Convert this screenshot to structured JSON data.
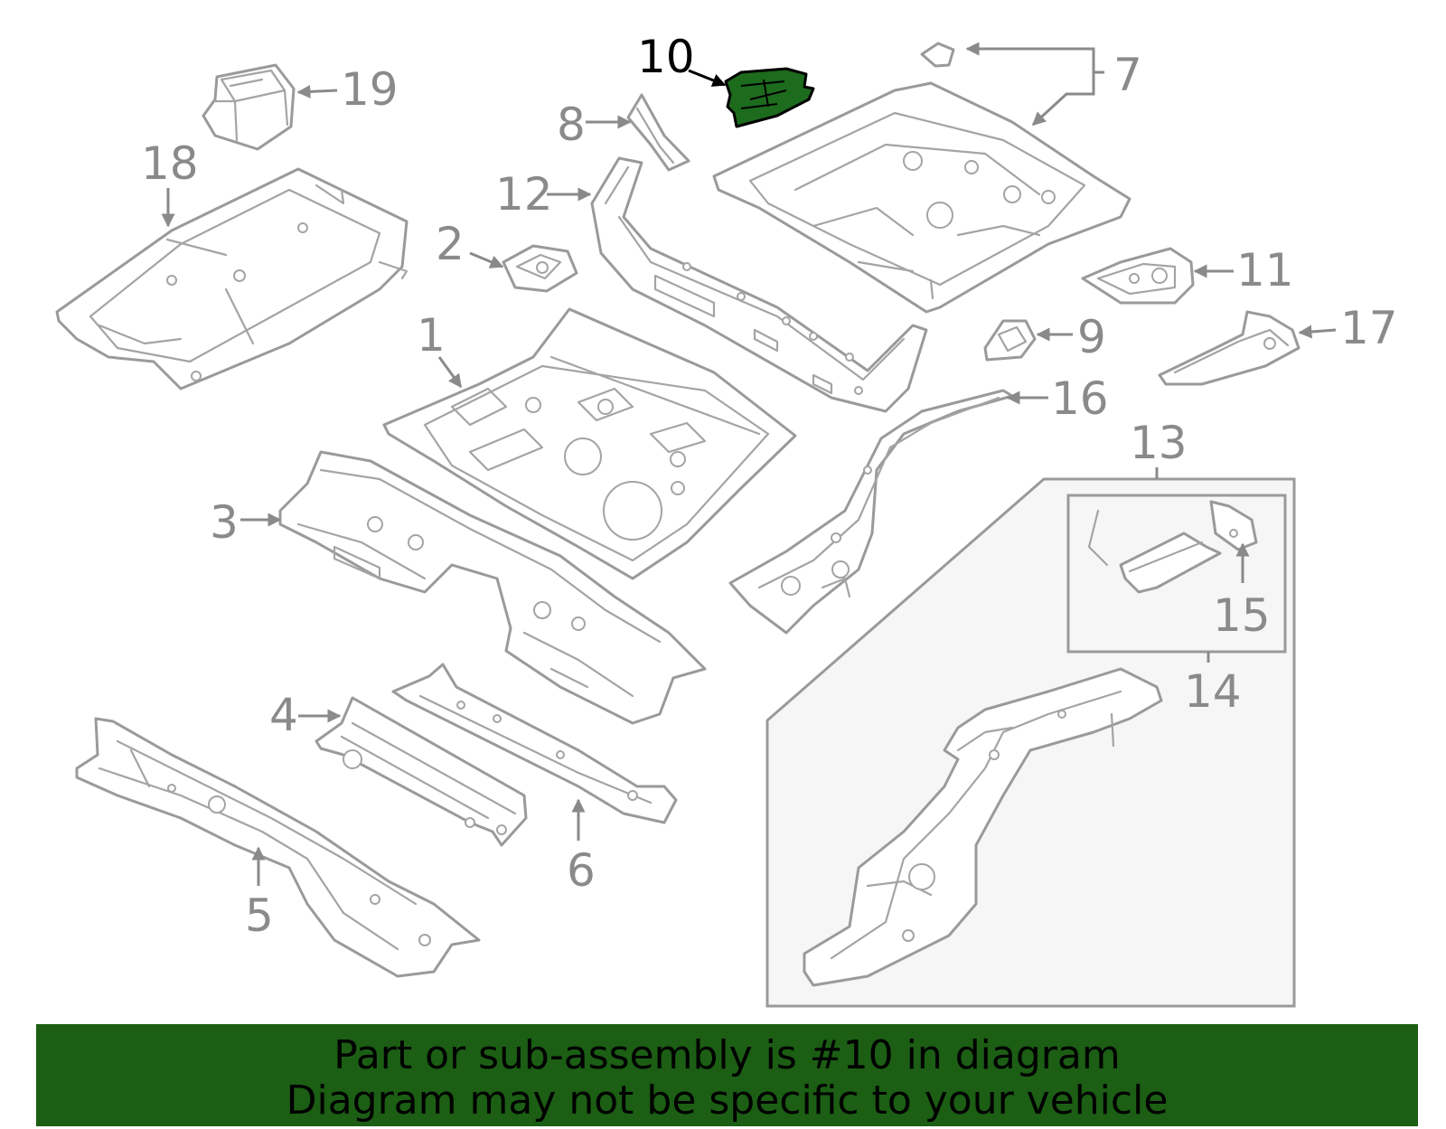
{
  "diagram": {
    "highlight_color": "#1d6b1d",
    "highlighted_part": "10",
    "callouts": [
      "1",
      "2",
      "3",
      "4",
      "5",
      "6",
      "7",
      "8",
      "9",
      "10",
      "11",
      "12",
      "13",
      "14",
      "15",
      "16",
      "17",
      "18",
      "19"
    ]
  },
  "banner": {
    "background": "#1b5e14",
    "line1": "Part or sub-assembly is #10 in diagram",
    "line2": "Diagram may not be specific to your vehicle"
  }
}
